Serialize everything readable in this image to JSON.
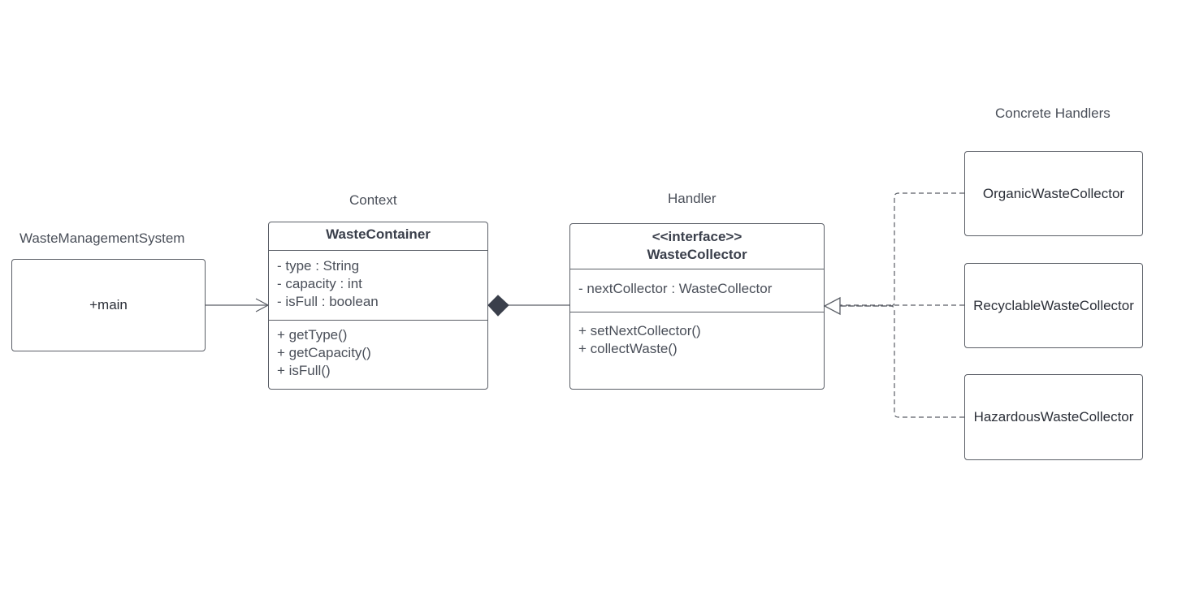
{
  "captions": {
    "system": "WasteManagementSystem",
    "context": "Context",
    "handler": "Handler",
    "concrete": "Concrete Handlers"
  },
  "system_box": {
    "label": "+main"
  },
  "waste_container": {
    "name": "WasteContainer",
    "attributes": [
      "- type : String",
      "- capacity : int",
      "- isFull : boolean"
    ],
    "methods": [
      "+ getType()",
      "+ getCapacity()",
      "+ isFull()"
    ]
  },
  "waste_collector": {
    "stereotype": "<<interface>>",
    "name": "WasteCollector",
    "attributes": [
      "- nextCollector : WasteCollector"
    ],
    "methods": [
      "+ setNextCollector()",
      "+ collectWaste()"
    ]
  },
  "concrete_handlers": [
    "OrganicWasteCollector",
    "RecyclableWasteCollector",
    "HazardousWasteCollector"
  ],
  "colors": {
    "line": "#5a5e66",
    "diamond": "#3a3f4b",
    "text": "#3a3f4b"
  }
}
